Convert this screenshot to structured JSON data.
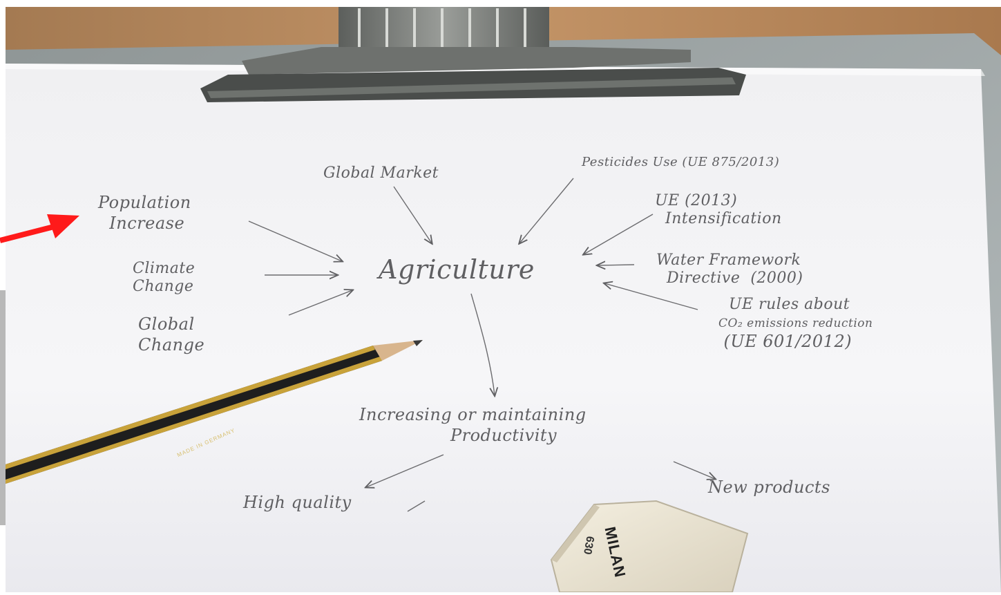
{
  "mind_map": {
    "center": "Agriculture",
    "influences": {
      "population": [
        "Population",
        "Increase"
      ],
      "global_market": "Global Market",
      "pesticides": "Pesticides Use (UE 875/2013)",
      "ue_2013": [
        "UE (2013)",
        "Intensification"
      ],
      "climate": [
        "Climate",
        "Change"
      ],
      "water": [
        "Water Framework",
        "Directive  (2000)"
      ],
      "global_change": [
        "Global",
        "Change"
      ],
      "co2": [
        "UE rules about",
        "CO₂ emissions reduction",
        "(UE 601/2012)"
      ]
    },
    "outcome": [
      "Increasing or maintaining",
      "Productivity"
    ],
    "results": {
      "quality": "High quality",
      "products": "New products"
    }
  },
  "objects": {
    "eraser_brand": "MILAN",
    "eraser_number": "630",
    "pencil_text": "MADE IN GERMANY"
  },
  "colors": {
    "paper": "#f3f3f5",
    "pencil_lead": "#5f5f62",
    "clipboard": "#a9afb0",
    "wood_table": "#b8875a",
    "red_arrow": "#ff1a1a"
  }
}
